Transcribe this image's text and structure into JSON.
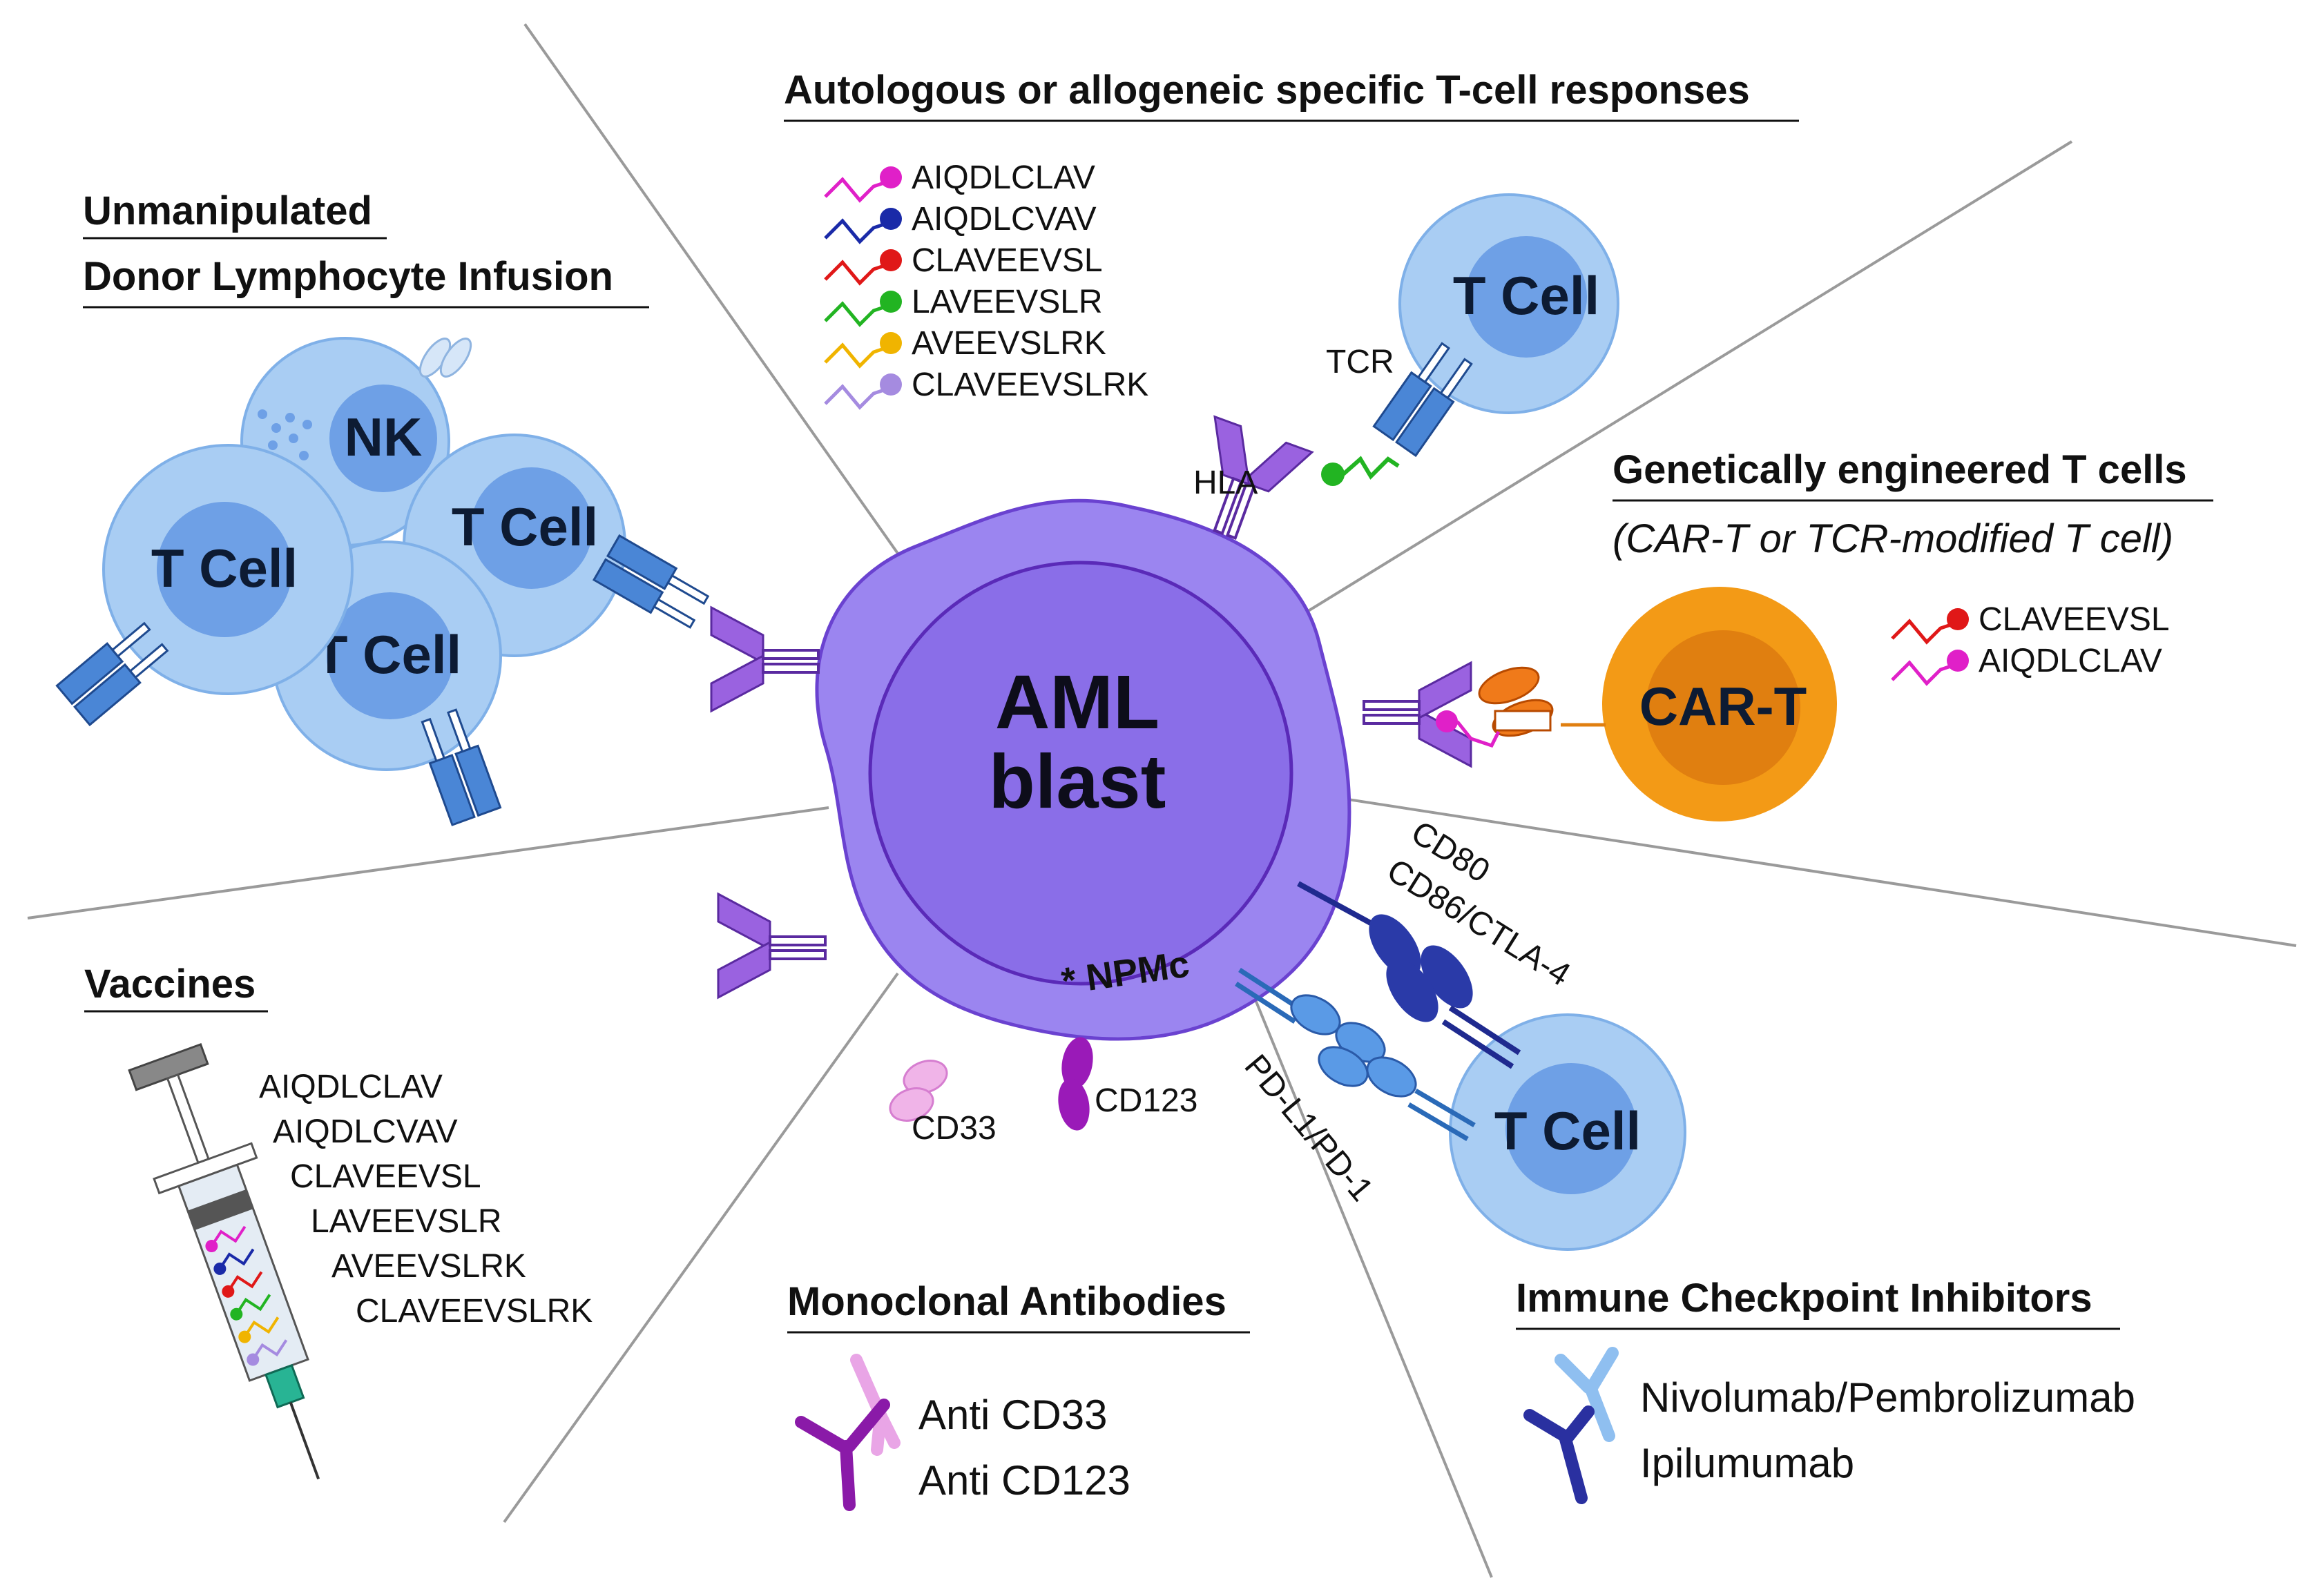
{
  "sections": {
    "dli": {
      "line1": "Unmanipulated",
      "line2": "Donor Lymphocyte Infusion"
    },
    "tcell_responses": {
      "title": "Autologous or allogeneic specific T-cell responses"
    },
    "engineered": {
      "title": "Genetically engineered T cells",
      "subtitle": "(CAR-T or TCR-modified T cell)"
    },
    "vaccines": {
      "title": "Vaccines"
    },
    "mabs": {
      "title": "Monoclonal Antibodies",
      "items": [
        "Anti CD33",
        "Anti CD123"
      ]
    },
    "checkpoint": {
      "title": "Immune Checkpoint Inhibitors",
      "items": [
        "Nivolumab/Pembrolizumab",
        "Ipilumumab"
      ]
    }
  },
  "peptides_top": [
    {
      "label": "AIQDLCLAV",
      "color": "#e020c8"
    },
    {
      "label": "AIQDLCVAV",
      "color": "#1a2aa8"
    },
    {
      "label": "CLAVEEVSL",
      "color": "#e01818"
    },
    {
      "label": "LAVEEVSLR",
      "color": "#22b422"
    },
    {
      "label": "AVEEVSLRK",
      "color": "#f0b400"
    },
    {
      "label": "CLAVEEVSLRK",
      "color": "#a58be0"
    }
  ],
  "car_peptides": [
    {
      "label": "CLAVEEVSL",
      "color": "#e01818"
    },
    {
      "label": "AIQDLCLAV",
      "color": "#e020c8"
    }
  ],
  "vaccine_peptides": [
    "AIQDLCLAV",
    "AIQDLCVAV",
    "CLAVEEVSL",
    "LAVEEVSLR",
    "AVEEVSLRK",
    "CLAVEEVSLRK"
  ],
  "cells": {
    "blast_line1": "AML",
    "blast_line2": "blast",
    "nk": "NK",
    "tcell": "T Cell",
    "cart": "CAR-T"
  },
  "labels": {
    "tcr": "TCR",
    "hla": "HLA",
    "cd80": "CD80",
    "cd86": "CD86/CTLA-4",
    "pdl1": "PD-L1/PD-1",
    "npmc": "* NPMc",
    "cd33": "CD33",
    "cd123": "CD123"
  },
  "colors": {
    "blast": "#9b85f0",
    "blast_nucleus": "#8a6ee8",
    "tcell": "#a9cdf3",
    "tcell_nucleus": "#6ea0e6",
    "cart": "#f39a16",
    "cart_nucleus": "#e07f10",
    "hla": "#9a62e0"
  }
}
